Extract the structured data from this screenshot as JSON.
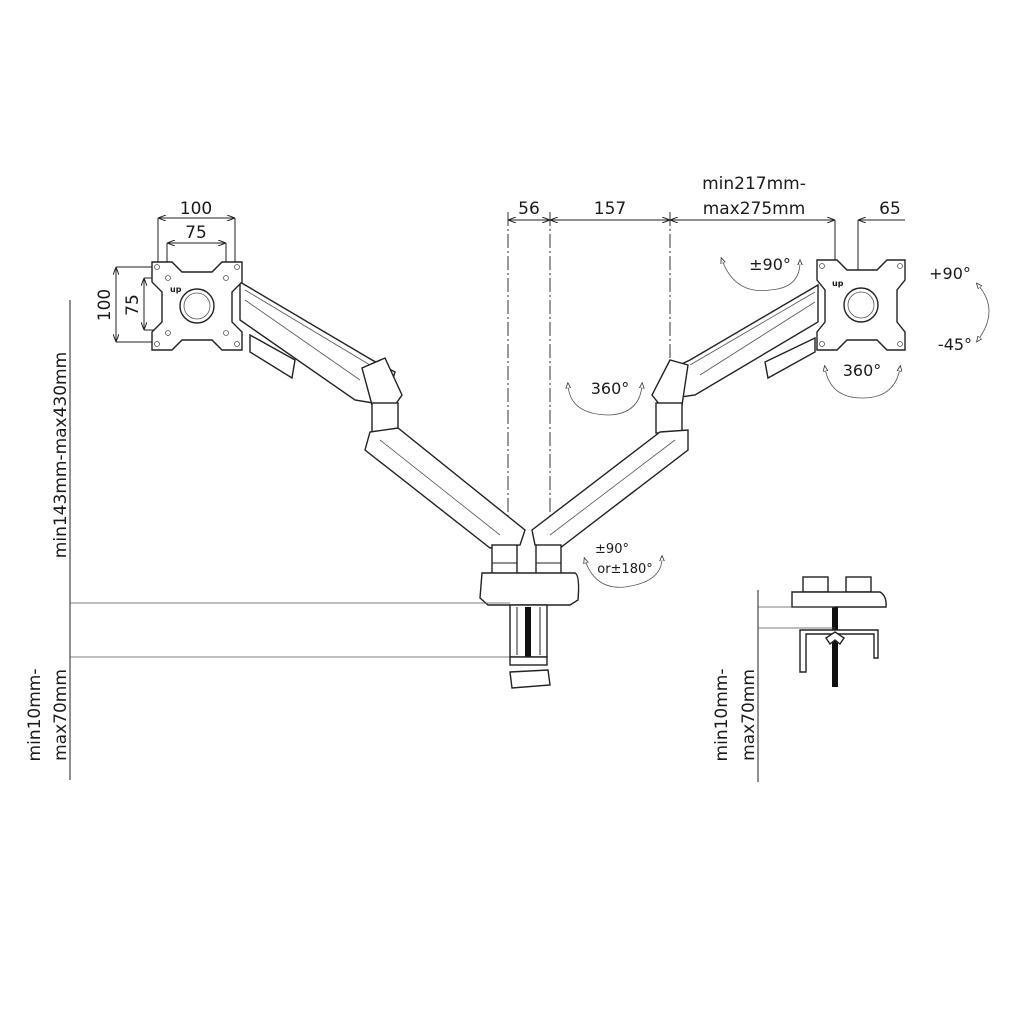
{
  "drawing": {
    "vesa_left": {
      "width_outer": "100",
      "width_inner": "75",
      "height_outer": "100",
      "height_inner": "75",
      "up_label": "up"
    },
    "vesa_right": {
      "up_label": "up"
    },
    "top_dimensions": {
      "d1": "56",
      "d2": "157",
      "d3_line1": "min217mm-",
      "d3_line2": "max275mm",
      "d4": "65"
    },
    "rotations": {
      "swivel_plate": "±90°",
      "tilt_up": "+90°",
      "tilt_down": "-45°",
      "rotate_plate": "360°",
      "rotate_arm": "360°",
      "base_line1": "±90°",
      "base_line2": "or±180°"
    },
    "height_range": "min143mm-max430mm",
    "clamp_range_left": {
      "line1": "min10mm-",
      "line2": "max70mm"
    },
    "clamp_range_right": {
      "line1": "min10mm-",
      "line2": "max70mm"
    }
  }
}
